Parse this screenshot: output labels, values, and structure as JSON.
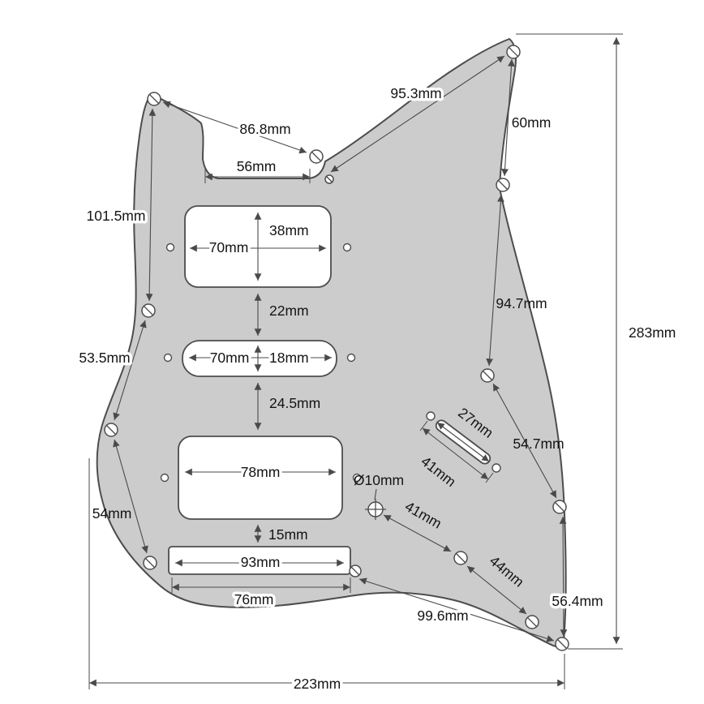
{
  "colors": {
    "background": "#ffffff",
    "pickguard_fill": "#cccccc",
    "outline_stroke": "#4d4d4d",
    "dimension_stroke": "#4a4a4a",
    "text": "#141414"
  },
  "labels": {
    "diag_horn_right": "95.3mm",
    "horn_right_vertical": "60mm",
    "diag_horn_left": "86.8mm",
    "neck_pocket_width": "56mm",
    "edge_left_upper": "101.5mm",
    "neck_pickup_height": "38mm",
    "neck_pickup_width": "70mm",
    "neck_to_middle_gap": "22mm",
    "middle_pickup_width": "70mm",
    "middle_pickup_height": "18mm",
    "edge_left_middle": "53.5mm",
    "middle_to_bridge_gap": "24.5mm",
    "edge_right_upper": "94.7mm",
    "overall_height": "283mm",
    "edge_right_middle": "54.7mm",
    "switch_slot_length": "27mm",
    "switch_screw_spacing": "41mm",
    "bridge_pickup_width": "78mm",
    "hole_diameter": "Ø10mm",
    "hole_to_screw": "41mm",
    "edge_left_lower": "54mm",
    "bridge_to_tremolo_gap": "15mm",
    "tremolo_cutout_width": "93mm",
    "tremolo_lower_width": "76mm",
    "screw_spacing_lower_right": "44mm",
    "edge_right_lower": "56.4mm",
    "diag_bottom_right": "99.6mm",
    "overall_width": "223mm"
  }
}
